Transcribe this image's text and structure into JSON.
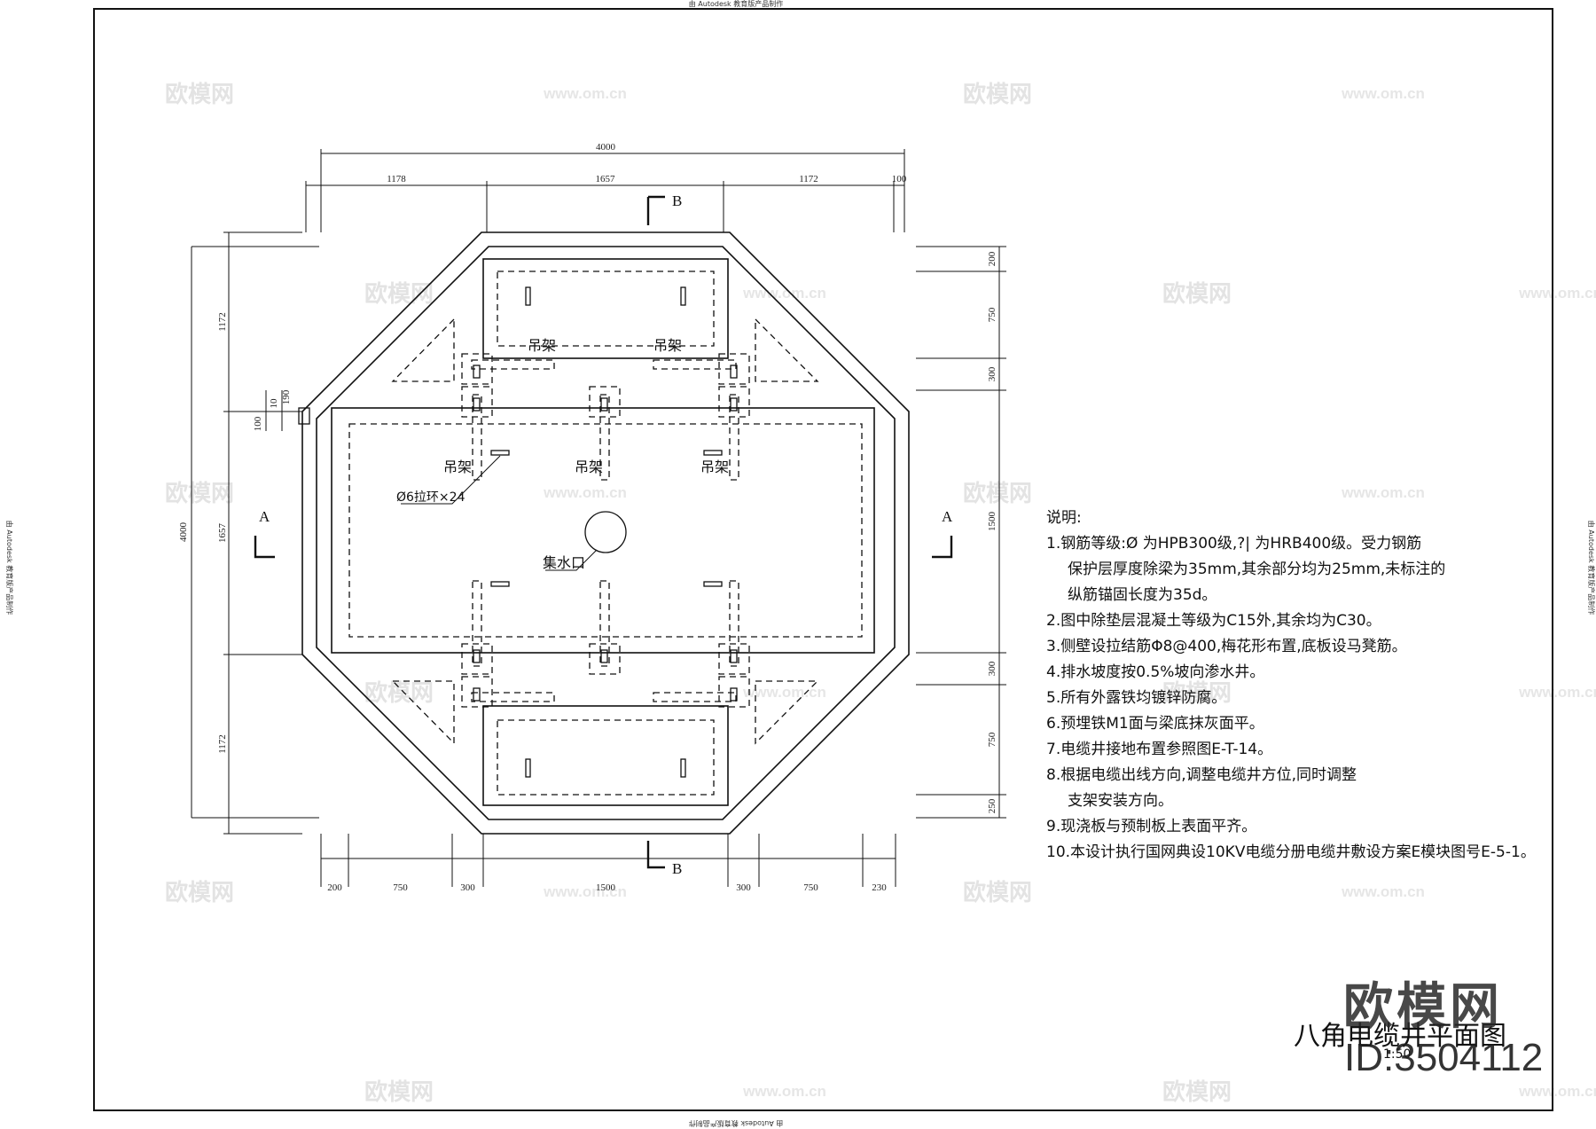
{
  "edu_stamp": "由 Autodesk 教育版产品制作",
  "dimensions": {
    "top_total": "4000",
    "top_segments": [
      "1178",
      "1657",
      "1172",
      "100"
    ],
    "bottom_segments": [
      "200",
      "750",
      "300",
      "1500",
      "300",
      "750",
      "230"
    ],
    "left_segments": [
      "1172",
      "1657",
      "1172"
    ],
    "left_total": "4000",
    "left_small": [
      "100",
      "10",
      "190"
    ],
    "right_segments": [
      "200",
      "750",
      "300",
      "1500",
      "300",
      "750",
      "250"
    ]
  },
  "section_marks": {
    "a_left": "A",
    "a_right": "A",
    "b_top": "B",
    "b_bottom": "B"
  },
  "labels": {
    "hanger": "吊架",
    "rebar_note": "Ø6拉环×24",
    "sump": "集水口"
  },
  "notes": {
    "title": "说明:",
    "items": [
      {
        "text": "1.钢筋等级:Ø 为HPB300级,?| 为HRB400级。受力钢筋",
        "indent": false
      },
      {
        "text": "保护层厚度除梁为35mm,其余部分均为25mm,未标注的",
        "indent": true
      },
      {
        "text": "纵筋锚固长度为35d。",
        "indent": true
      },
      {
        "text": "2.图中除垫层混凝土等级为C15外,其余均为C30。",
        "indent": false
      },
      {
        "text": "3.侧壁设拉结筋Φ8@400,梅花形布置,底板设马凳筋。",
        "indent": false
      },
      {
        "text": "4.排水坡度按0.5%坡向渗水井。",
        "indent": false
      },
      {
        "text": "5.所有外露铁均镀锌防腐。",
        "indent": false
      },
      {
        "text": "6.预埋铁M1面与梁底抹灰面平。",
        "indent": false
      },
      {
        "text": "7.电缆井接地布置参照图E-T-14。",
        "indent": false
      },
      {
        "text": "8.根据电缆出线方向,调整电缆井方位,同时调整",
        "indent": false
      },
      {
        "text": "支架安装方向。",
        "indent": true
      },
      {
        "text": "9.现浇板与预制板上表面平齐。",
        "indent": false
      },
      {
        "text": "10.本设计执行国网典设10KV电缆分册电缆井敷设方案E模块图号E-5-1。",
        "indent": false
      }
    ]
  },
  "title_block": {
    "title": "八角电缆井平面图",
    "scale": "1:50"
  },
  "watermark": {
    "logo": "欧模网",
    "id": "ID:3504112",
    "tile_text": "欧模网",
    "tile_url": "www.om.cn"
  },
  "colors": {
    "line": "#111111",
    "watermark": "#e3e3e3"
  }
}
